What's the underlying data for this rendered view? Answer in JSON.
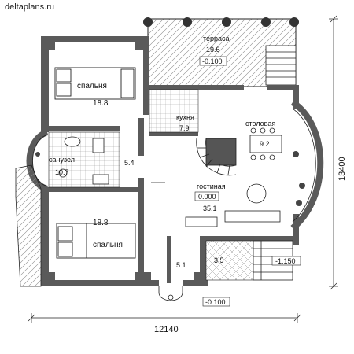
{
  "watermark": "deltaplans.ru",
  "colors": {
    "wall": "#5a5a5a",
    "line": "#222222",
    "hatch": "#777777",
    "background": "#ffffff"
  },
  "rooms": {
    "terrace": {
      "name": "терраса",
      "area": "19.6",
      "level": "-0.100"
    },
    "bedroom_top": {
      "name": "спальня",
      "area": "18.8"
    },
    "kitchen": {
      "name": "кухня",
      "area": "7.9"
    },
    "dining": {
      "name": "столовая",
      "area": "9.2"
    },
    "bathroom": {
      "name": "санузел",
      "area": "10.7"
    },
    "hall": {
      "area": "5.4"
    },
    "living": {
      "name": "гостиная",
      "level": "0.000",
      "area": "35.1"
    },
    "bedroom_bottom": {
      "name": "спальня",
      "area": "18.8"
    },
    "closet": {
      "area": "5.1"
    },
    "vestibule": {
      "area": "3.5"
    }
  },
  "levels": {
    "porch": "-1.150",
    "entrance": "-0.100"
  },
  "dimensions": {
    "width": "12140",
    "height": "13400"
  }
}
